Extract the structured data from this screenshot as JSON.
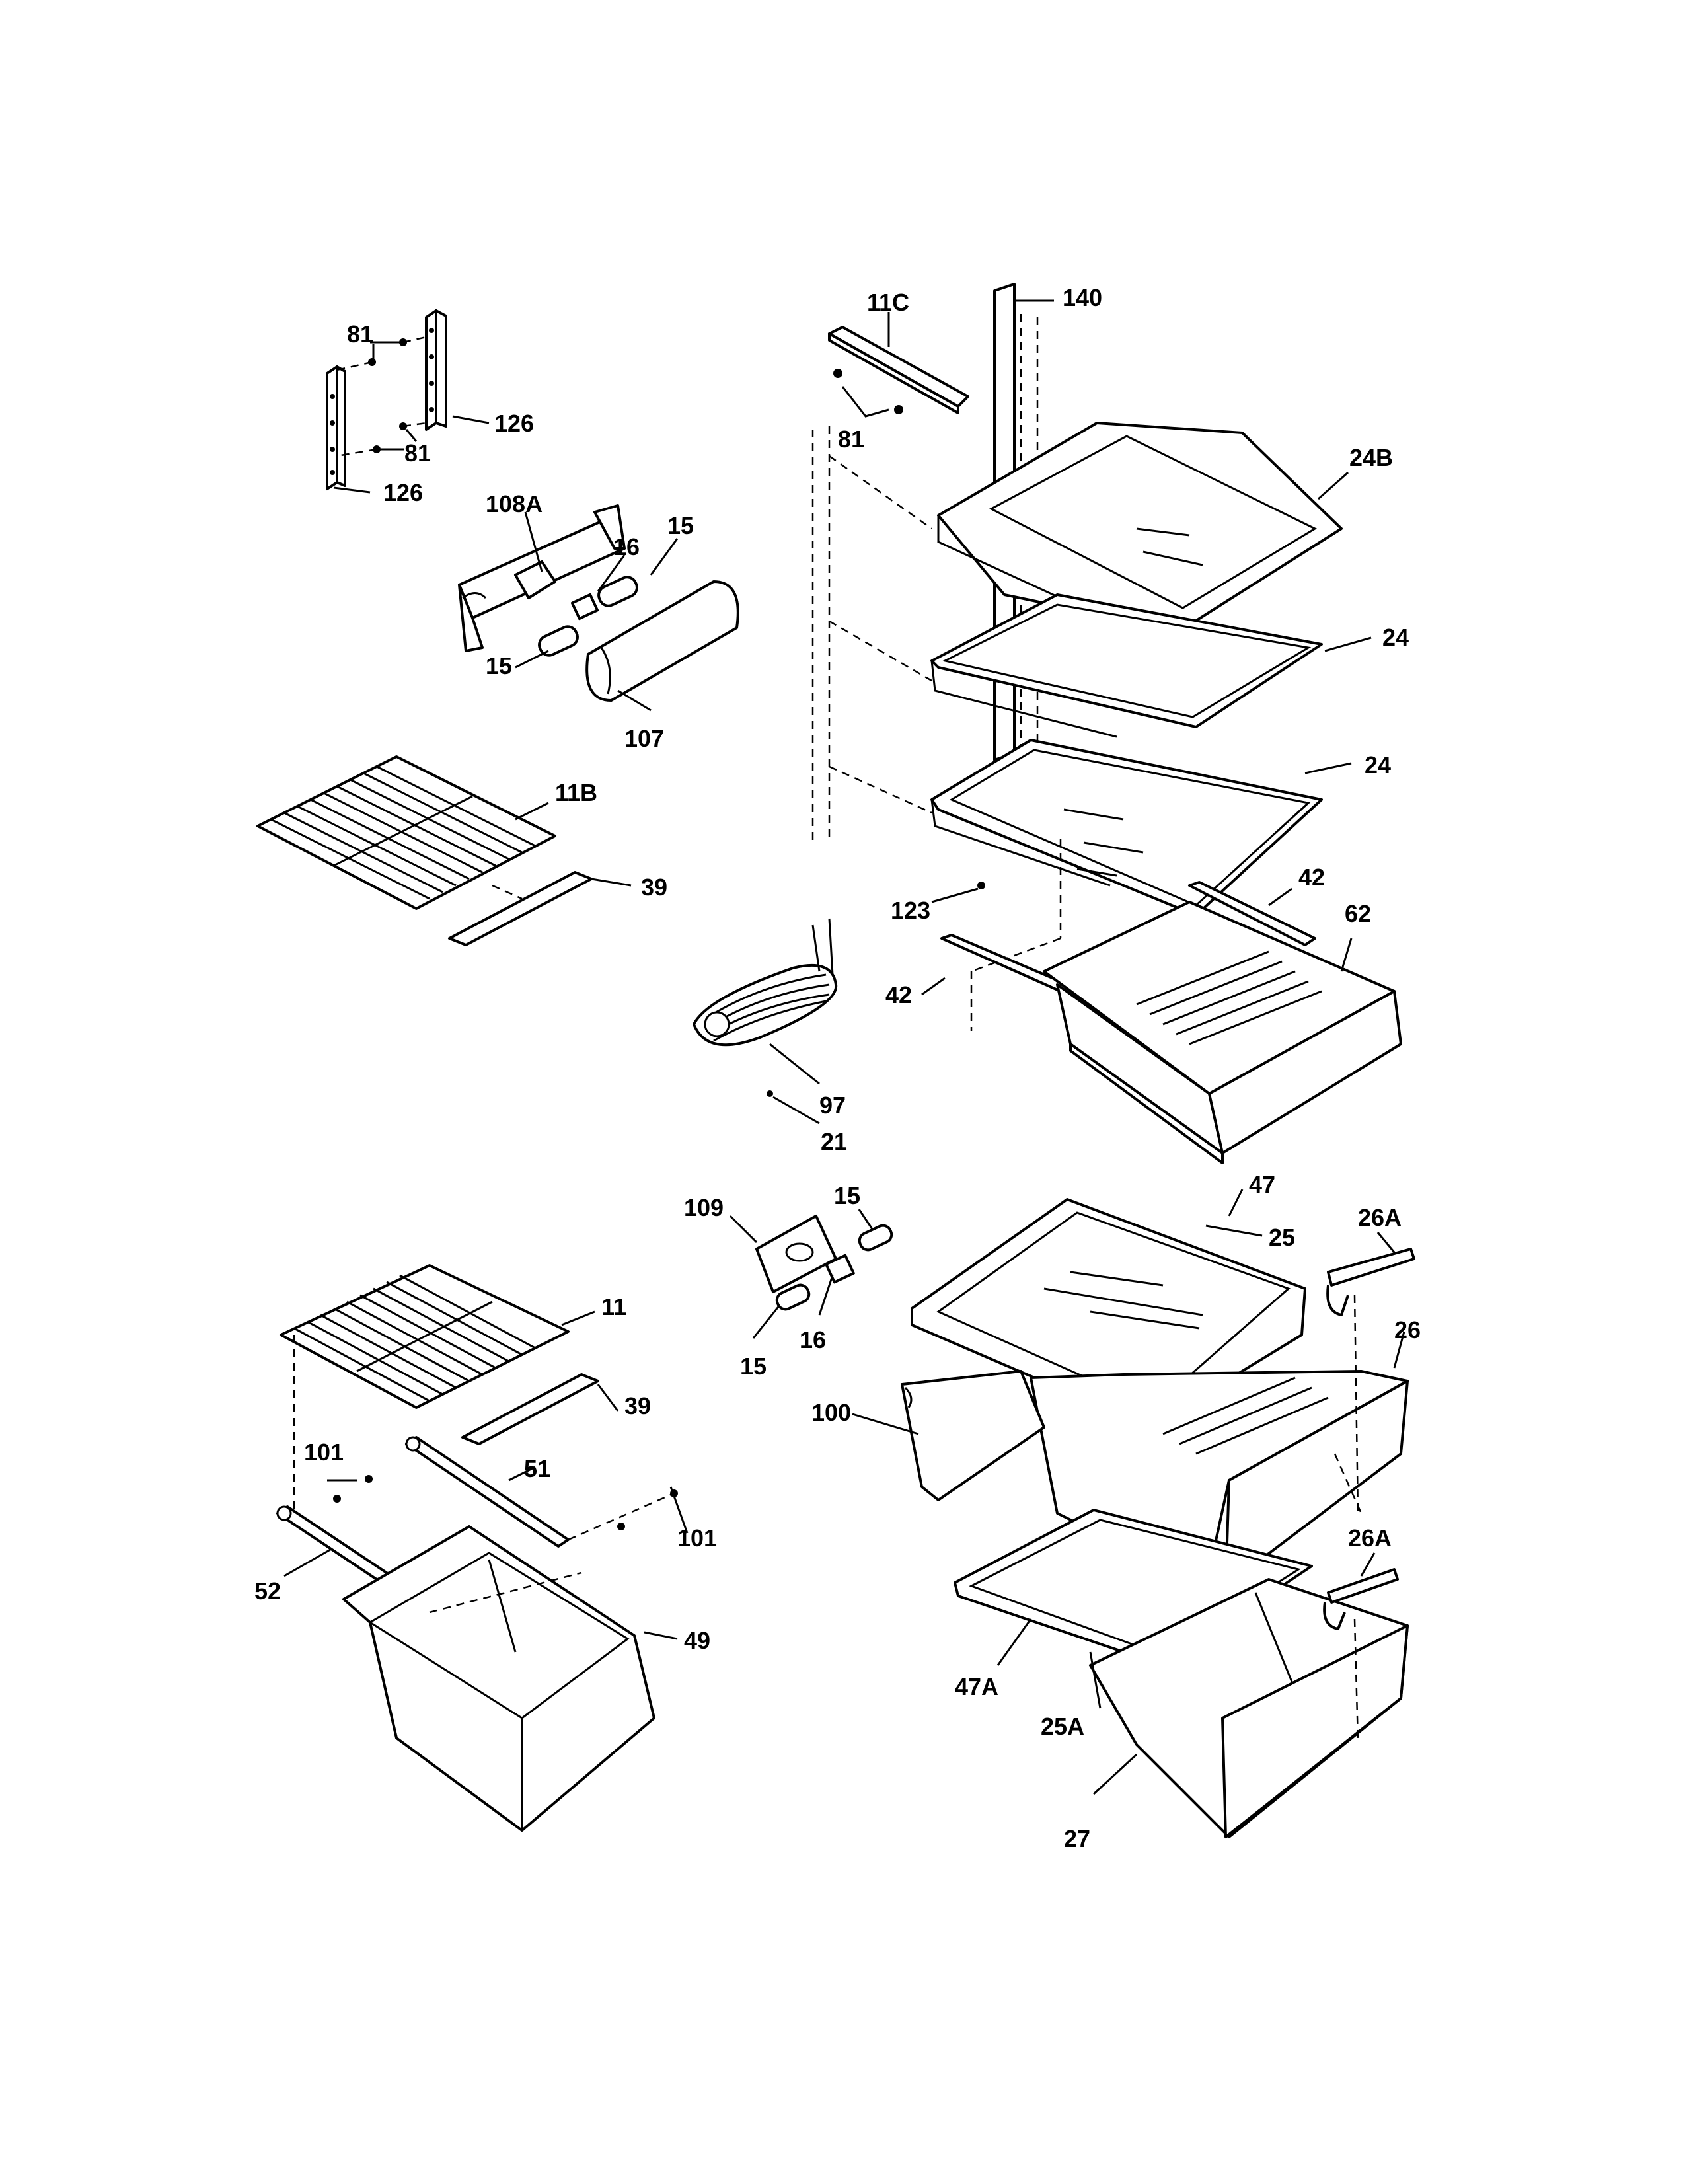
{
  "labels": {
    "l81a": "81",
    "l126a": "126",
    "l81b": "81",
    "l126b": "126",
    "l108A": "108A",
    "l16a": "16",
    "l15a": "15",
    "l15b": "15",
    "l107": "107",
    "l11B": "11B",
    "l39a": "39",
    "l11C": "11C",
    "l140": "140",
    "l81c": "81",
    "l24B": "24B",
    "l24a": "24",
    "l24b": "24",
    "l123": "123",
    "l42a": "42",
    "l62": "62",
    "l42b": "42",
    "l97": "97",
    "l21": "21",
    "l109": "109",
    "l15c": "15",
    "l15d": "15",
    "l16b": "16",
    "l47": "47",
    "l25": "25",
    "l26A": "26A",
    "l26": "26",
    "l100": "100",
    "l11": "11",
    "l39b": "39",
    "l101a": "101",
    "l51": "51",
    "l101b": "101",
    "l52": "52",
    "l49": "49",
    "l26Ab": "26A",
    "l47A": "47A",
    "l25A": "25A",
    "l27": "27"
  }
}
